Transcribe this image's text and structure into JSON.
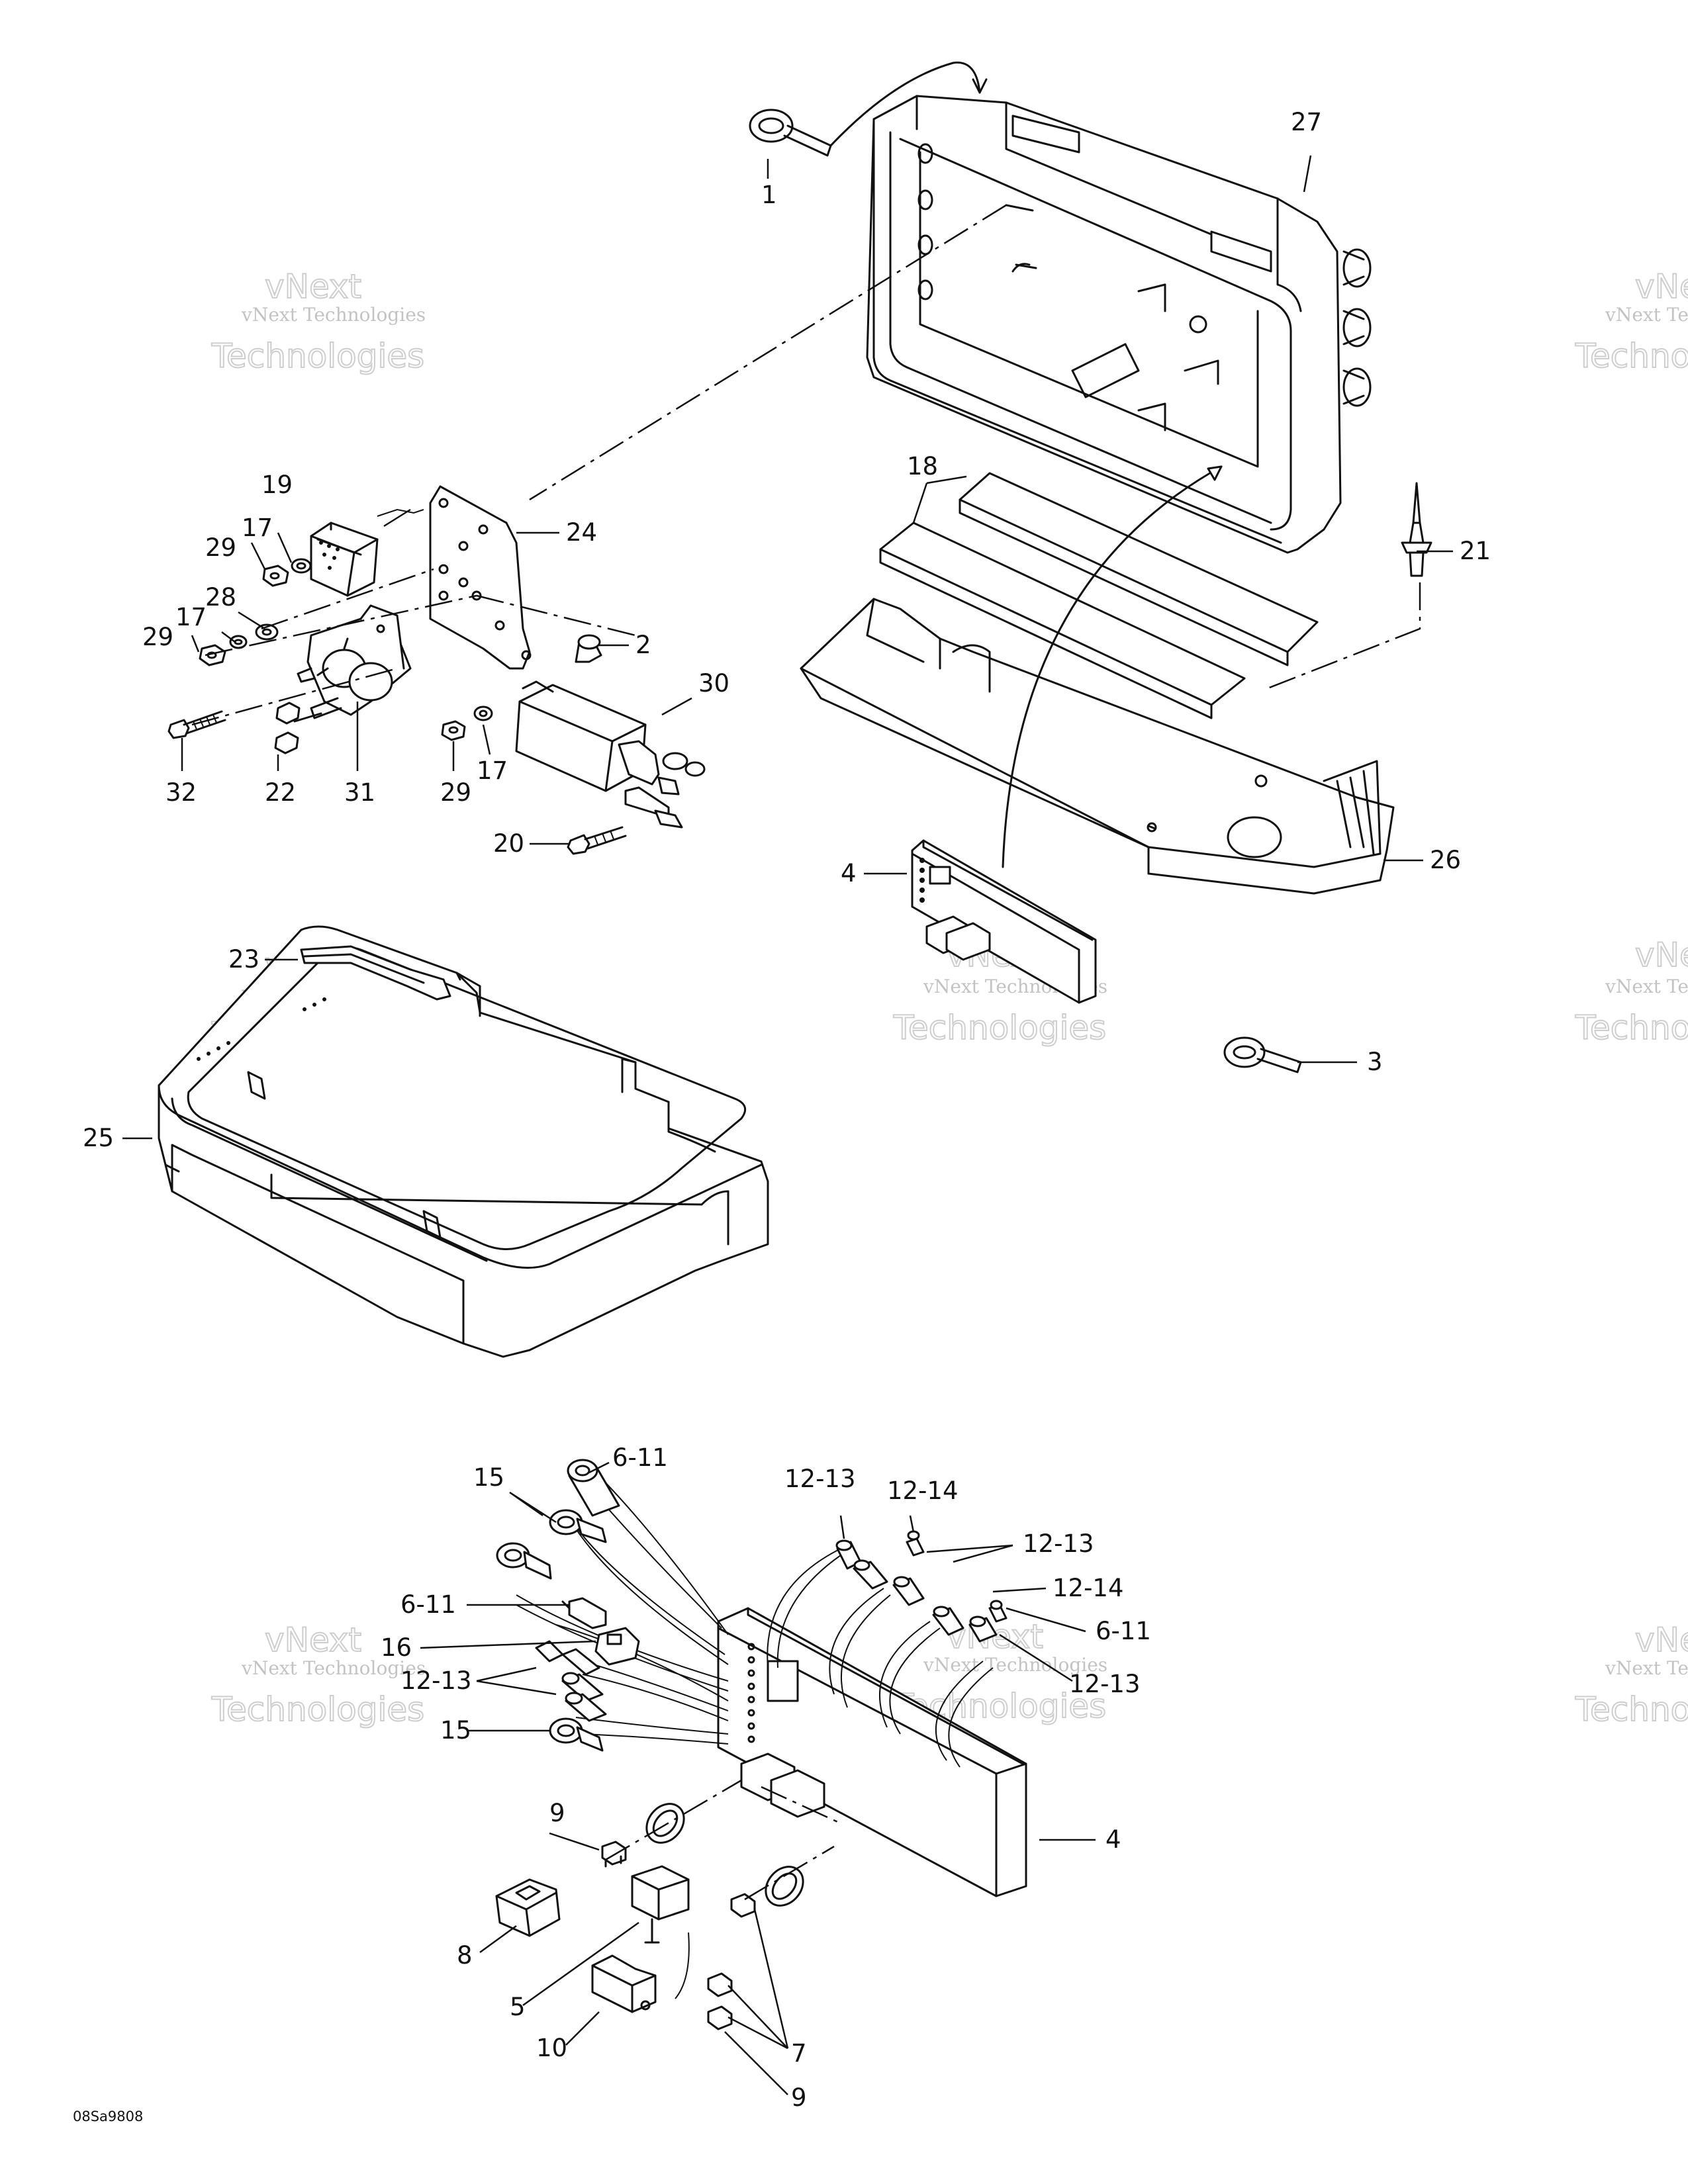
{
  "figure_code": "08Sa9808",
  "watermark": {
    "line1": "vNext",
    "line2": "vNext Technologies",
    "line3": "Technologies"
  },
  "callouts": {
    "c1": "1",
    "c2": "2",
    "c3": "3",
    "c4a": "4",
    "c4b": "4",
    "c5": "5",
    "c6_11a": "6-11",
    "c6_11b": "6-11",
    "c6_11c": "6-11",
    "c7": "7",
    "c8": "8",
    "c9a": "9",
    "c9b": "9",
    "c10": "10",
    "c12_13a": "12-13",
    "c12_13b": "12-13",
    "c12_13c": "12-13",
    "c12_13d": "12-13",
    "c12_14a": "12-14",
    "c12_14b": "12-14",
    "c15a": "15",
    "c15b": "15",
    "c16": "16",
    "c17a": "17",
    "c17b": "17",
    "c17c": "17",
    "c18": "18",
    "c19": "19",
    "c20": "20",
    "c21": "21",
    "c22": "22",
    "c23": "23",
    "c24": "24",
    "c25": "25",
    "c26": "26",
    "c27": "27",
    "c28": "28",
    "c29a": "29",
    "c29b": "29",
    "c29c": "29",
    "c30": "30",
    "c31": "31",
    "c32": "32"
  }
}
